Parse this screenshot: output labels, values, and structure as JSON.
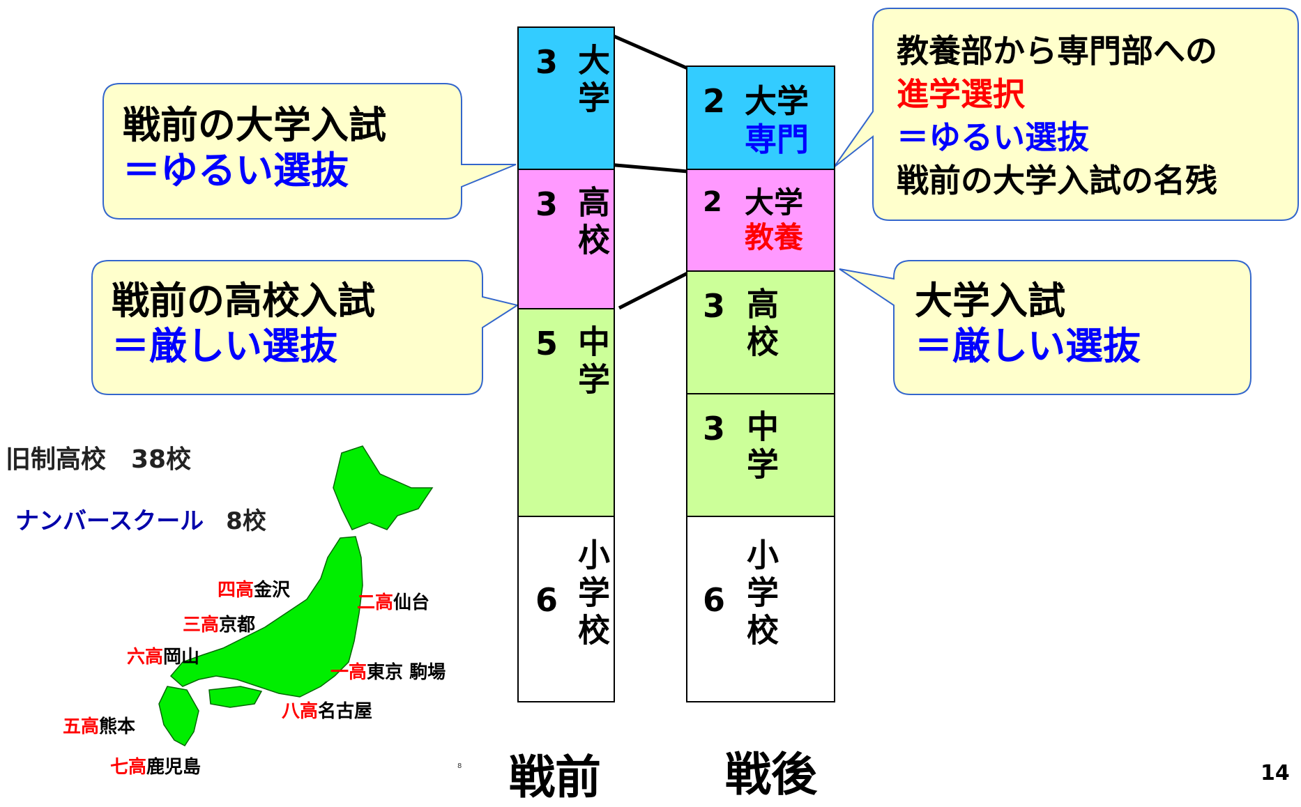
{
  "prewar": {
    "label": "戦前",
    "segments": [
      {
        "years": "3",
        "name": "大学"
      },
      {
        "years": "3",
        "name": "高校"
      },
      {
        "years": "5",
        "name": "中学"
      },
      {
        "years": "6",
        "name": "小学校"
      }
    ]
  },
  "postwar": {
    "label": "戦後",
    "segments": [
      {
        "years": "2",
        "name_line1": "大学",
        "name_line2": "専門"
      },
      {
        "years": "2",
        "name_line1": "大学",
        "name_line2": "教養"
      },
      {
        "years": "3",
        "name": "高校"
      },
      {
        "years": "3",
        "name": "中学"
      },
      {
        "years": "6",
        "name": "小学校"
      }
    ]
  },
  "callouts": {
    "prewar_univ": {
      "line1": "戦前の大学入試",
      "line2": "＝ゆるい選抜"
    },
    "prewar_high": {
      "line1": "戦前の高校入試",
      "line2": "＝厳しい選抜"
    },
    "postwar_major": {
      "line1": "教養部から専門部への",
      "line2": "進学選択",
      "line3": "＝ゆるい選抜",
      "line4": "戦前の大学入試の名残"
    },
    "postwar_univ": {
      "line1": "大学入試",
      "line2": "＝厳しい選抜"
    }
  },
  "map": {
    "title": "旧制高校　38校",
    "subtitle": "ナンバースクール",
    "subtitle_count": "8校",
    "labels": [
      {
        "num": "四高",
        "city": "金沢"
      },
      {
        "num": "二高",
        "city": "仙台"
      },
      {
        "num": "三高",
        "city": "京都"
      },
      {
        "num": "六高",
        "city": "岡山"
      },
      {
        "num": "一高",
        "city": "東京 駒場"
      },
      {
        "num": "八高",
        "city": "名古屋"
      },
      {
        "num": "五高",
        "city": "熊本"
      },
      {
        "num": "七高",
        "city": "鹿児島"
      }
    ],
    "tiny_mark": "8"
  },
  "page_number": "14",
  "colors": {
    "university": "#33ccff",
    "liberal_arts": "#ff99ff",
    "secondary": "#ccff99",
    "callout_fill": "#ffffcc",
    "callout_border": "#3366cc",
    "map_land": "#00ee00"
  }
}
